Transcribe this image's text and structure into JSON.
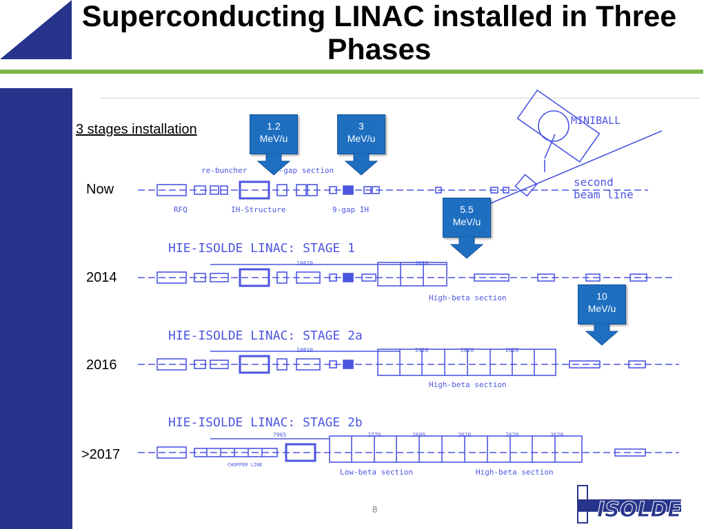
{
  "slide": {
    "title": "Superconducting LINAC installed in Three Phases",
    "page_number": "8"
  },
  "section_label": "3 stages installation",
  "rows": [
    {
      "label": "Now"
    },
    {
      "label": "2014"
    },
    {
      "label": "2016"
    },
    {
      "label": ">2017"
    }
  ],
  "callouts": [
    {
      "line1": "1.2",
      "line2": "MeV/u"
    },
    {
      "line1": "3",
      "line2": "MeV/u"
    },
    {
      "line1": "5.5",
      "line2": "MeV/u"
    },
    {
      "line1": "10",
      "line2": "MeV/u"
    }
  ],
  "diagram_labels": {
    "rebuncher": "re-buncher",
    "gap_section": "7-gap section",
    "rfq": "RFQ",
    "ih_structure": "IH-Structure",
    "nine_gap": "9-gap IH",
    "miniball": "MINIBALL",
    "second_beam_line_1": "second",
    "second_beam_line_2": "beam line",
    "stage1_title": "HIE-ISOLDE LINAC: STAGE 1",
    "stage2a_title": "HIE-ISOLDE LINAC: STAGE 2a",
    "stage2b_title": "HIE-ISOLDE LINAC: STAGE 2b",
    "high_beta": "High-beta section",
    "low_beta": "Low-beta section",
    "chopper_line": "CHOPPER LINE",
    "dim_10810": "10810",
    "dim_2620": "2620",
    "dim_7965": "7965",
    "dim_2770": "2770",
    "dim_2695": "2695"
  },
  "logo": {
    "text": "ISOLDE"
  },
  "colors": {
    "brand_blue": "#27348b",
    "accent_green": "#7ab648",
    "callout_blue": "#1f6fc1",
    "drawing_blue": "#4b55e0"
  }
}
